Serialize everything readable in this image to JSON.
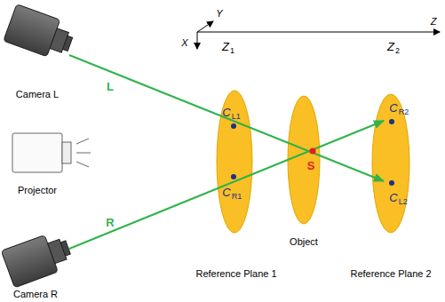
{
  "diagram": {
    "labels": [
      "Y",
      "X",
      "Z",
      "Z",
      "1",
      "Z",
      "2",
      "C",
      "L1",
      "C",
      "R1",
      "C",
      "R2",
      "C",
      "L2",
      "L",
      "R",
      "S",
      "Camera L",
      "Projector",
      "Camera R",
      "Object",
      "Reference Plane 1",
      "Reference Plane 2"
    ]
  }
}
